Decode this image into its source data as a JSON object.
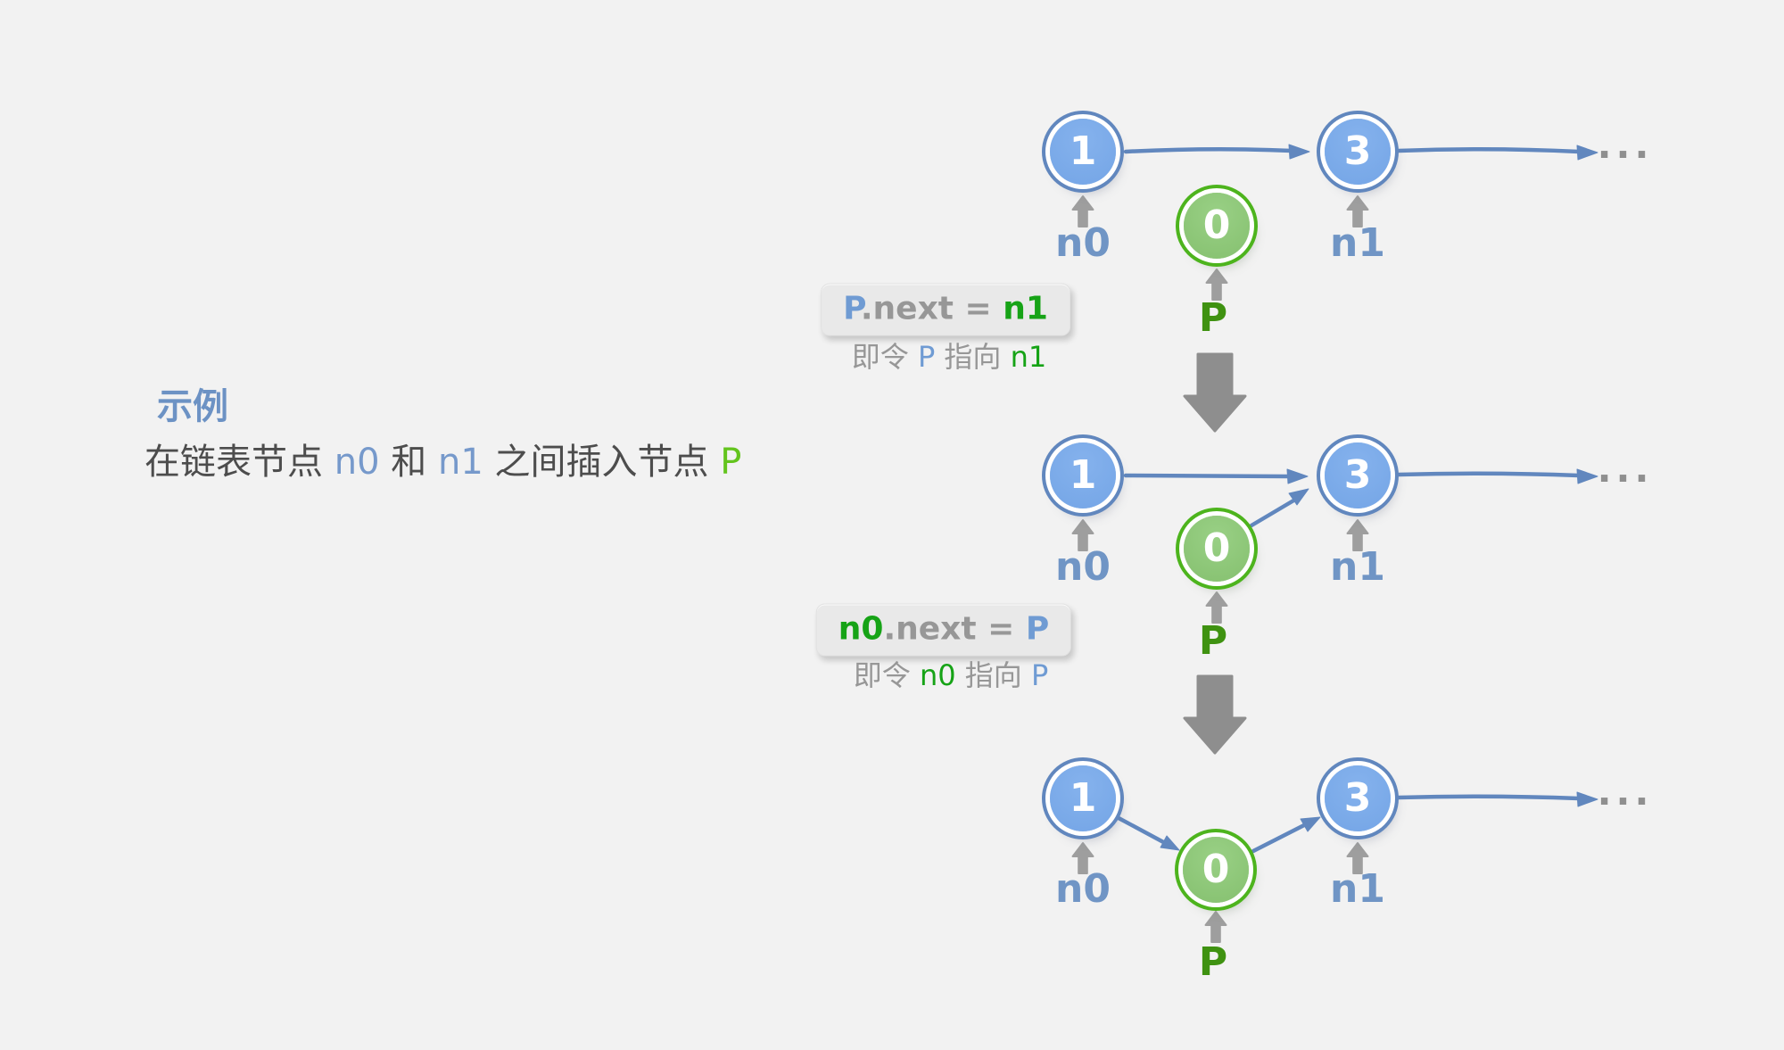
{
  "intro": {
    "title": "示例",
    "sentence": [
      {
        "text": "在链表节点 ",
        "tone": "plain"
      },
      {
        "text": "n0",
        "tone": "blue"
      },
      {
        "text": " 和 ",
        "tone": "plain"
      },
      {
        "text": "n1",
        "tone": "blue"
      },
      {
        "text": " 之间插入节点 ",
        "tone": "plain"
      },
      {
        "text": "P",
        "tone": "green"
      }
    ]
  },
  "transitions": [
    {
      "code": [
        {
          "text": "P",
          "tone": "blue"
        },
        {
          "text": ".next = ",
          "tone": "gray"
        },
        {
          "text": "n1",
          "tone": "green"
        }
      ],
      "caption": [
        {
          "text": "即令 ",
          "tone": "gray"
        },
        {
          "text": "P",
          "tone": "blue"
        },
        {
          "text": " 指向 ",
          "tone": "gray"
        },
        {
          "text": "n1",
          "tone": "green"
        }
      ]
    },
    {
      "code": [
        {
          "text": "n0",
          "tone": "green"
        },
        {
          "text": ".next = ",
          "tone": "gray"
        },
        {
          "text": "P",
          "tone": "blue"
        }
      ],
      "caption": [
        {
          "text": "即令 ",
          "tone": "gray"
        },
        {
          "text": "n0",
          "tone": "green"
        },
        {
          "text": " 指向 ",
          "tone": "gray"
        },
        {
          "text": "P",
          "tone": "blue"
        }
      ]
    }
  ],
  "diagrams": [
    {
      "stage": "initial-list",
      "nodes": {
        "n0": {
          "value": "1",
          "label": "n0"
        },
        "p": {
          "value": "0",
          "label": "P"
        },
        "n1": {
          "value": "3",
          "label": "n1"
        }
      },
      "ellipsis": "..."
    },
    {
      "stage": "after-p-next-n1",
      "nodes": {
        "n0": {
          "value": "1",
          "label": "n0"
        },
        "p": {
          "value": "0",
          "label": "P"
        },
        "n1": {
          "value": "3",
          "label": "n1"
        }
      },
      "ellipsis": "..."
    },
    {
      "stage": "after-n0-next-p",
      "nodes": {
        "n0": {
          "value": "1",
          "label": "n0"
        },
        "p": {
          "value": "0",
          "label": "P"
        },
        "n1": {
          "value": "3",
          "label": "n1"
        }
      },
      "ellipsis": "..."
    }
  ],
  "colors": {
    "background": "#f2f2f2",
    "node_blue_fill": "#7aabe9",
    "node_blue_border": "#6187be",
    "node_green_fill": "#8ec87b",
    "node_green_border": "#4db41d",
    "chain_arrow": "#6187be",
    "pointer_arrow_gray": "#9e9e9e",
    "transition_arrow_gray": "#8e8e8e",
    "label_blue": "#7095c5",
    "label_green": "#3f9211"
  }
}
